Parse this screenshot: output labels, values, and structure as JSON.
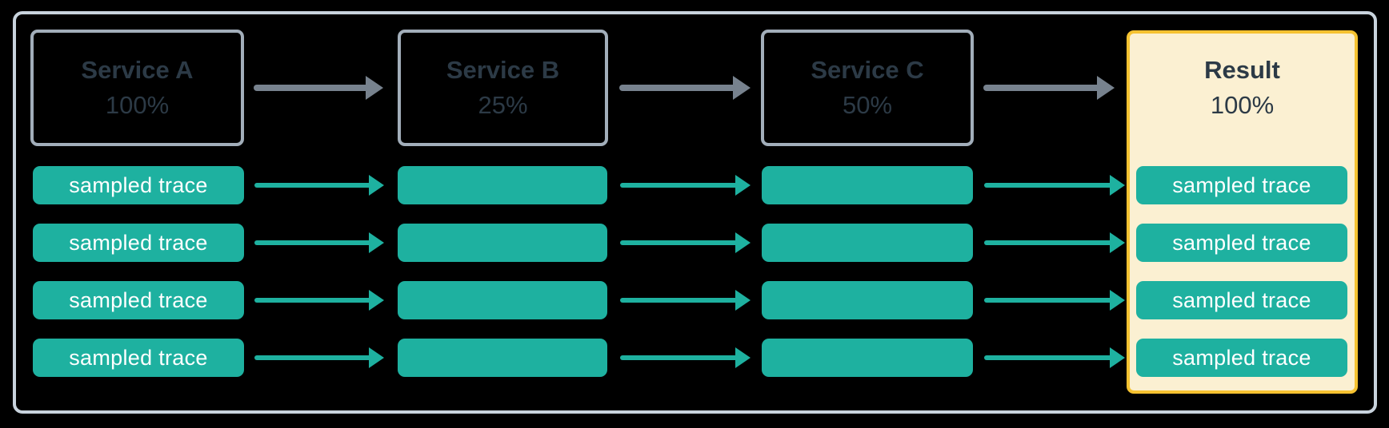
{
  "diagram": {
    "description": "Trace sampling flow across services",
    "columns": [
      {
        "name": "Service A",
        "rate": "100%"
      },
      {
        "name": "Service B",
        "rate": "25%"
      },
      {
        "name": "Service C",
        "rate": "50%"
      },
      {
        "name": "Result",
        "rate": "100%"
      }
    ],
    "trace_label": "sampled trace",
    "trace_rows": 4,
    "colors": {
      "teal": "#1EB1A0",
      "gray_arrow": "#77828E",
      "service_border": "#A2AEBA",
      "outer_border": "#C8D3DD",
      "result_border": "#F5C231",
      "result_bg": "#FBF0D2",
      "dark_text": "#2C3A46",
      "trace_text": "#FFFFFF"
    }
  }
}
